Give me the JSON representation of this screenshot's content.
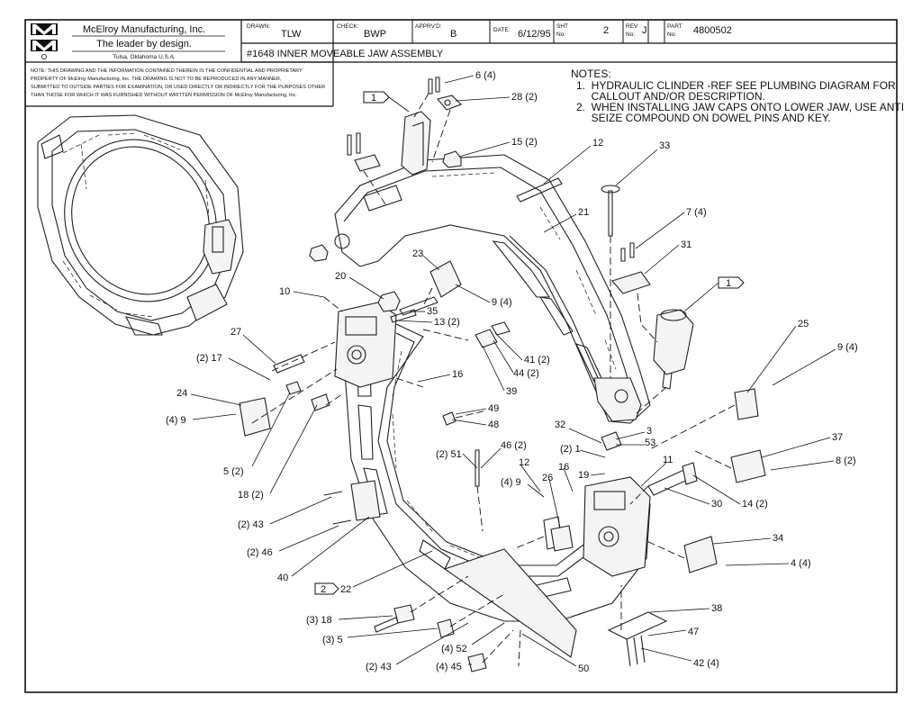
{
  "title_block": {
    "company": "McElroy Manufacturing, Inc.",
    "tagline": "The leader by design.",
    "location": "Tulsa, Oklahoma U.S.A.",
    "logo_letters": "MMI",
    "drawn_label": "DRAWN:",
    "drawn_value": "TLW",
    "check_label": "CHECK:",
    "check_value": "BWP",
    "apprvd_label": "APPRV'D:",
    "apprvd_value": "B",
    "date_label": "DATE:",
    "date_value": "6/12/95",
    "sht_label_1": "SHT",
    "sht_label_2": "No:",
    "sht_value": "2",
    "rev_label_1": "REV",
    "rev_label_2": "No:",
    "rev_value": "J",
    "part_label_1": "PART",
    "part_label_2": "No:",
    "part_value": "4800502",
    "drawing_title": "#1648 INNER MOVEABLE JAW ASSEMBLY",
    "disclaimer": [
      "NOTE: THIS DRAWING AND THE INFORMATION CONTAINED THEREIN IS THE CONFIDENTIAL AND PROPRIETARY",
      "PROPERTY OF McElroy Manufacturing, Inc. THE DRAWING IS NOT TO BE REPRODUCED IN ANY MANNER,",
      "SUBMITTED TO OUTSIDE PARTIES FOR EXAMINATION, OR USED DIRECTLY OR INDIRECTLY FOR THE PURPOSES OTHER",
      "THAN THOSE FOR WHICH IT WAS FURNISHED WITHOUT WRITTEN PERMISSION OF McElroy Manufacturing, Inc."
    ]
  },
  "notes": {
    "heading": "NOTES:",
    "lines": [
      "1.  HYDRAULIC CLINDER -REF SEE PLUMBING DIAGRAM FOR",
      "     CALLOUT AND/OR DESCRIPTION.",
      "2.  WHEN INSTALLING JAW CAPS ONTO LOWER JAW, USE ANTI",
      "     SEIZE COMPOUND ON DOWEL PINS AND KEY."
    ]
  },
  "flags": [
    "1",
    "1",
    "2"
  ],
  "callouts": {
    "c6": "6 (4)",
    "c28": "28 (2)",
    "c15": "15 (2)",
    "c12a": "12",
    "c33": "33",
    "c21": "21",
    "c7": "7 (4)",
    "c31": "31",
    "c23": "23",
    "c20": "20",
    "c9a": "9 (4)",
    "c10": "10",
    "c35": "35",
    "c13": "13 (2)",
    "c25": "25",
    "c9b": "9 (4)",
    "c27": "27",
    "c17": "(2) 17",
    "c41": "41 (2)",
    "c44": "44 (2)",
    "c16a": "16",
    "c39": "39",
    "c24": "24",
    "c9c": "(4) 9",
    "c49": "49",
    "c48": "48",
    "c32": "32",
    "c3": "3",
    "c53": "53",
    "c37": "37",
    "c2": "(2) 1",
    "c46": "46 (2)",
    "c51": "(2) 51",
    "c19": "19",
    "c11": "11",
    "c8": "8 (2)",
    "c5": "5 (2)",
    "c12b": "12",
    "c16b": "16",
    "c9d": "(4) 9",
    "c26": "26",
    "c30": "30",
    "c14": "14 (2)",
    "c18a": "18 (2)",
    "c43a": "(2) 43",
    "c46b": "(2) 46",
    "c34": "34",
    "c4": "4 (4)",
    "c40": "40",
    "c22": "22",
    "c38": "38",
    "c18b": "(3) 18",
    "c47": "47",
    "c5b": "(3) 5",
    "c52": "(4) 52",
    "c43b": "(2) 43",
    "c45": "(4) 45",
    "c50": "50",
    "c42": "42 (4)"
  },
  "colors": {
    "ink": "#111111",
    "paper": "#ffffff"
  }
}
